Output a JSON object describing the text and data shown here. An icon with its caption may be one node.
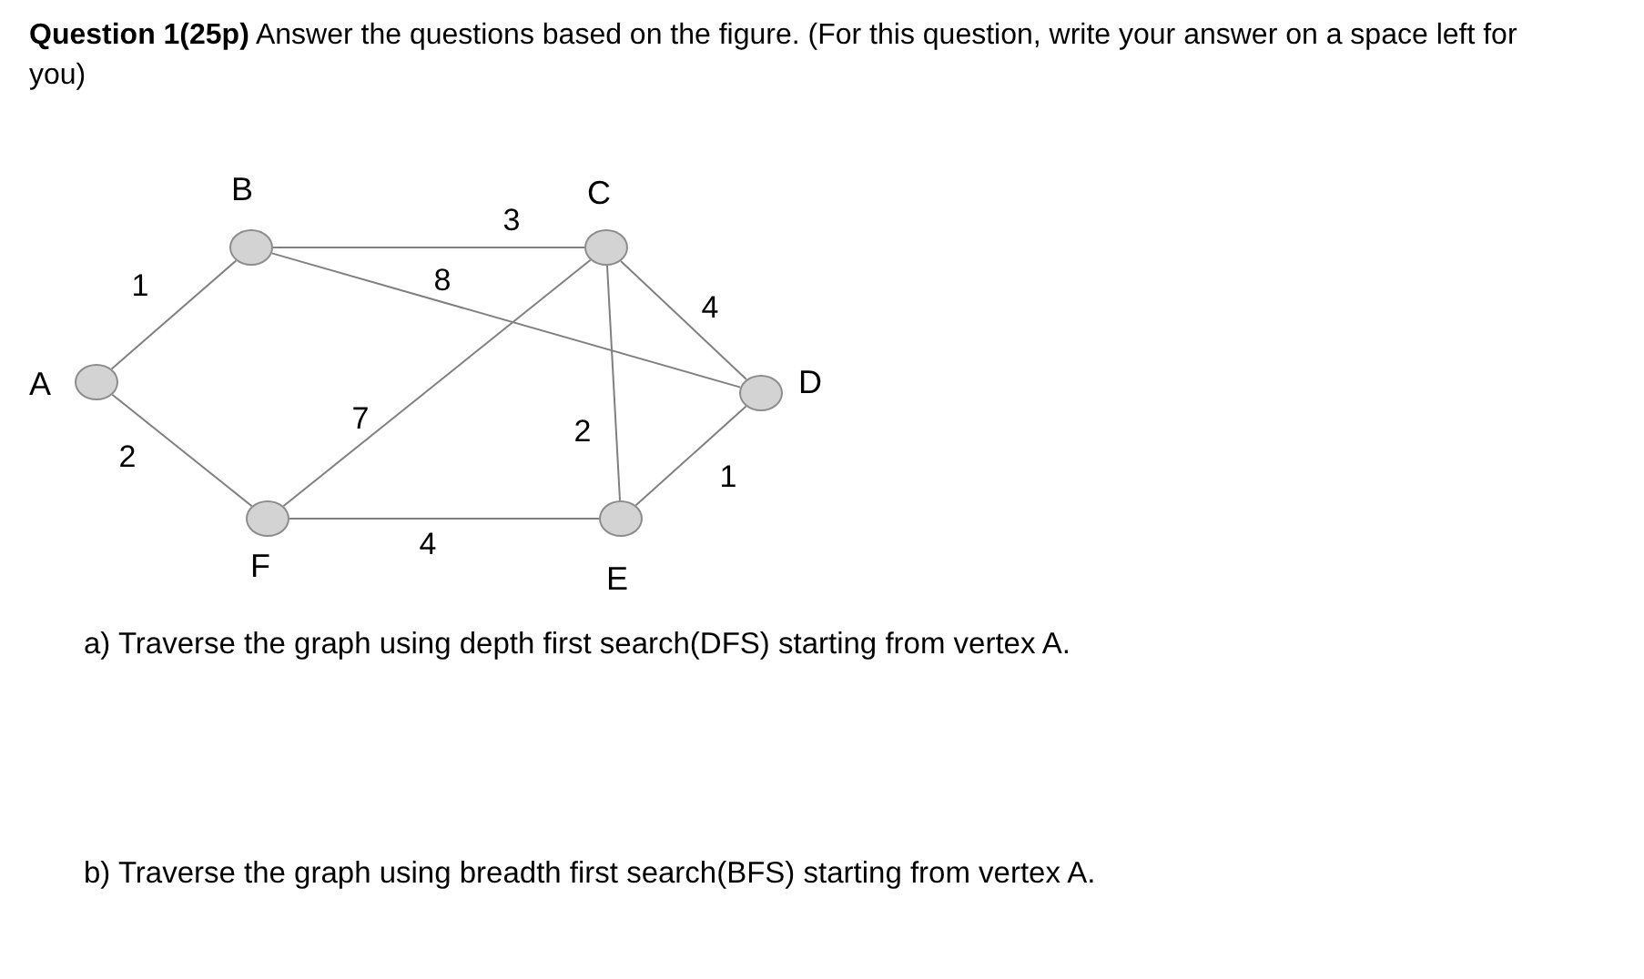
{
  "diagram": {
    "title": "**Question 1(25p)** Answer the questions based on the figure. (For this question, write your answer on a space left for you)",
    "nodes": [
      {
        "text": [],
        "shape": "circle",
        "beside": [
          "A"
        ]
      },
      {
        "text": [],
        "shape": "circle",
        "beside": [
          "B"
        ]
      },
      {
        "text": [],
        "shape": "circle",
        "beside": [
          "C"
        ]
      },
      {
        "text": [],
        "shape": "circle",
        "beside": [
          "D"
        ]
      },
      {
        "text": [],
        "shape": "circle",
        "beside": [
          "E"
        ]
      },
      {
        "text": [],
        "shape": "circle",
        "beside": [
          "F"
        ]
      }
    ],
    "edges": [
      {
        "from": 0,
        "to": 1,
        "arrow": "none",
        "label": "1"
      },
      {
        "from": 0,
        "to": 5,
        "arrow": "none",
        "label": "2"
      },
      {
        "from": 1,
        "to": 2,
        "arrow": "none",
        "label": "3"
      },
      {
        "from": 1,
        "to": 3,
        "arrow": "none",
        "label": "8"
      },
      {
        "from": 5,
        "to": 2,
        "arrow": "none",
        "label": "7"
      },
      {
        "from": 2,
        "to": 3,
        "arrow": "none",
        "label": "4"
      },
      {
        "from": 2,
        "to": 4,
        "arrow": "none",
        "label": "2"
      },
      {
        "from": 3,
        "to": 4,
        "arrow": "none",
        "label": "1"
      },
      {
        "from": 5,
        "to": 4,
        "arrow": "none",
        "label": "4"
      }
    ],
    "labels": [
      "a) Traverse the graph using depth first search(DFS) starting from vertex A.",
      "b) Traverse the graph using breadth first search(BFS) starting from vertex A."
    ]
  }
}
